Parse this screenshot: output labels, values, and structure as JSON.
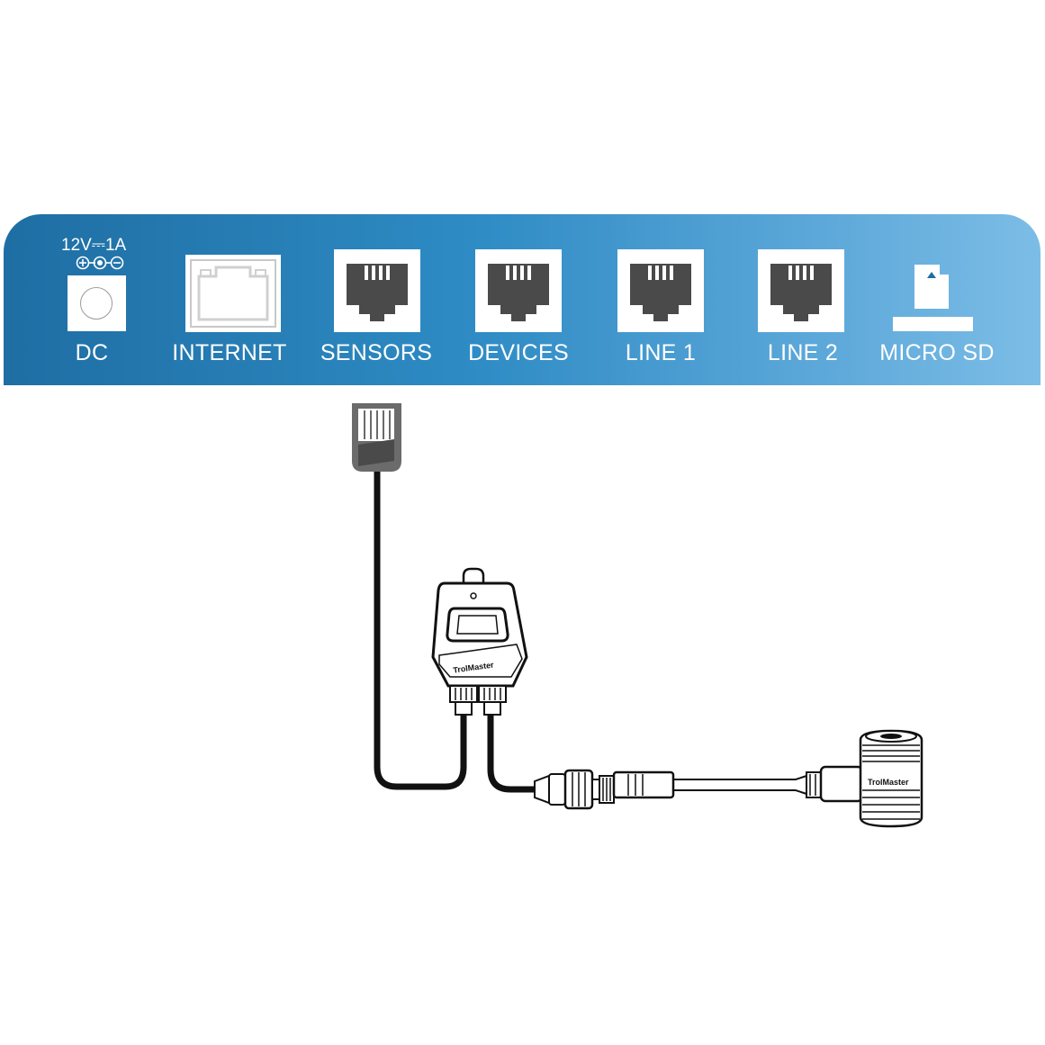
{
  "power": {
    "spec": "12V⎓1A"
  },
  "ports": [
    {
      "id": "dc",
      "label": "DC"
    },
    {
      "id": "internet",
      "label": "INTERNET"
    },
    {
      "id": "sensors",
      "label": "SENSORS"
    },
    {
      "id": "devices",
      "label": "DEVICES"
    },
    {
      "id": "line1",
      "label": "LINE 1"
    },
    {
      "id": "line2",
      "label": "LINE 2"
    },
    {
      "id": "microsd",
      "label": "MICRO SD"
    }
  ],
  "brand": {
    "hub_logo": "TrolMaster",
    "sensor_logo": "TrolMaster"
  },
  "colors": {
    "panel_start": "#1e6ea3",
    "panel_end": "#7cbde6",
    "jack_gray": "#4a4a4a",
    "cable": "#111111"
  }
}
